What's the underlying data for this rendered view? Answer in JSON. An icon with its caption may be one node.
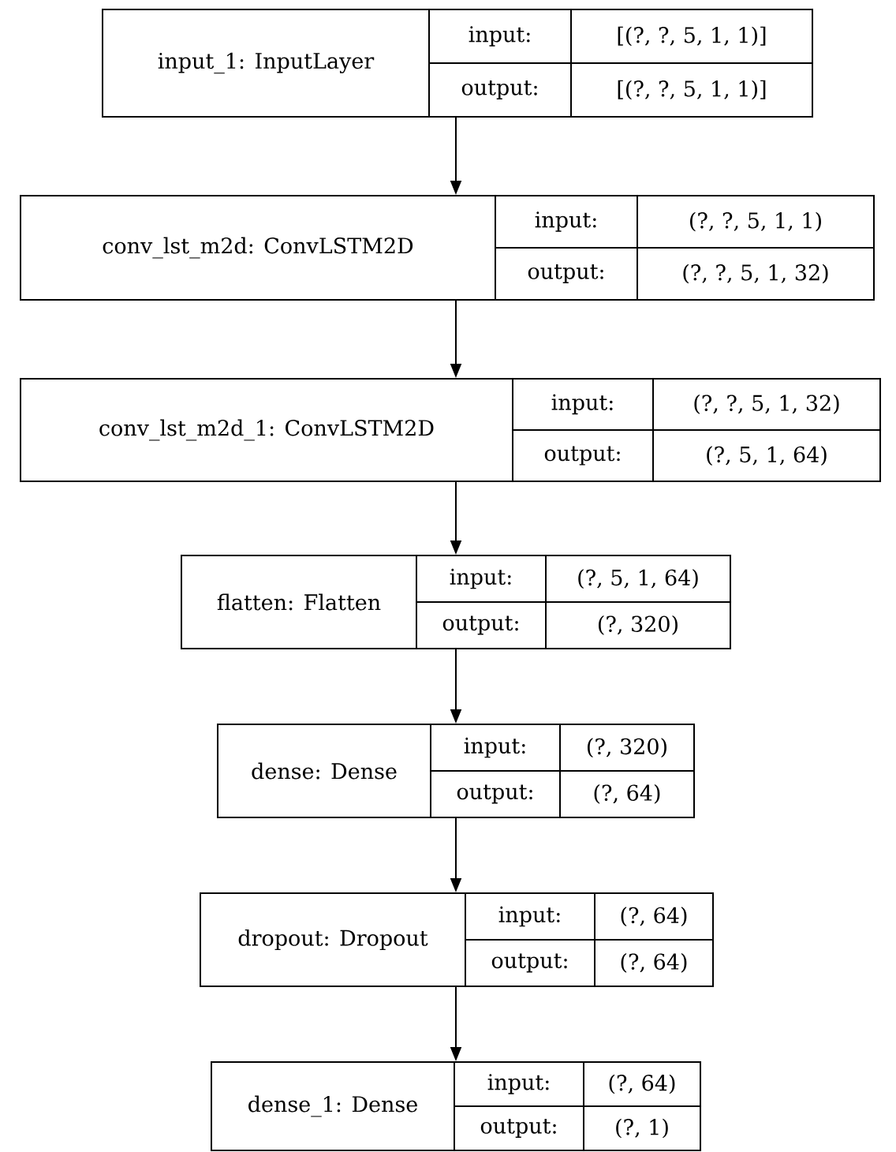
{
  "diagram": {
    "nodes": [
      {
        "text": [
          "input_1: InputLayer",
          "input:",
          "[(?, ?, 5, 1, 1)]",
          "output:",
          "[(?, ?, 5, 1, 1)]"
        ]
      },
      {
        "text": [
          "conv_lst_m2d: ConvLSTM2D",
          "input:",
          "(?, ?, 5, 1, 1)",
          "output:",
          "(?, ?, 5, 1, 32)"
        ]
      },
      {
        "text": [
          "conv_lst_m2d_1: ConvLSTM2D",
          "input:",
          "(?, ?, 5, 1, 32)",
          "output:",
          "(?, 5, 1, 64)"
        ]
      },
      {
        "text": [
          "flatten: Flatten",
          "input:",
          "(?, 5, 1, 64)",
          "output:",
          "(?, 320)"
        ]
      },
      {
        "text": [
          "dense: Dense",
          "input:",
          "(?, 320)",
          "output:",
          "(?, 64)"
        ]
      },
      {
        "text": [
          "dropout: Dropout",
          "input:",
          "(?, 64)",
          "output:",
          "(?, 64)"
        ]
      },
      {
        "text": [
          "dense_1: Dense",
          "input:",
          "(?, 64)",
          "output:",
          "(?, 1)"
        ]
      }
    ],
    "edges": [
      {
        "from": 0,
        "to": 1,
        "arrow": "to"
      },
      {
        "from": 1,
        "to": 2,
        "arrow": "to"
      },
      {
        "from": 2,
        "to": 3,
        "arrow": "to"
      },
      {
        "from": 3,
        "to": 4,
        "arrow": "to"
      },
      {
        "from": 4,
        "to": 5,
        "arrow": "to"
      },
      {
        "from": 5,
        "to": 6,
        "arrow": "to"
      }
    ]
  }
}
